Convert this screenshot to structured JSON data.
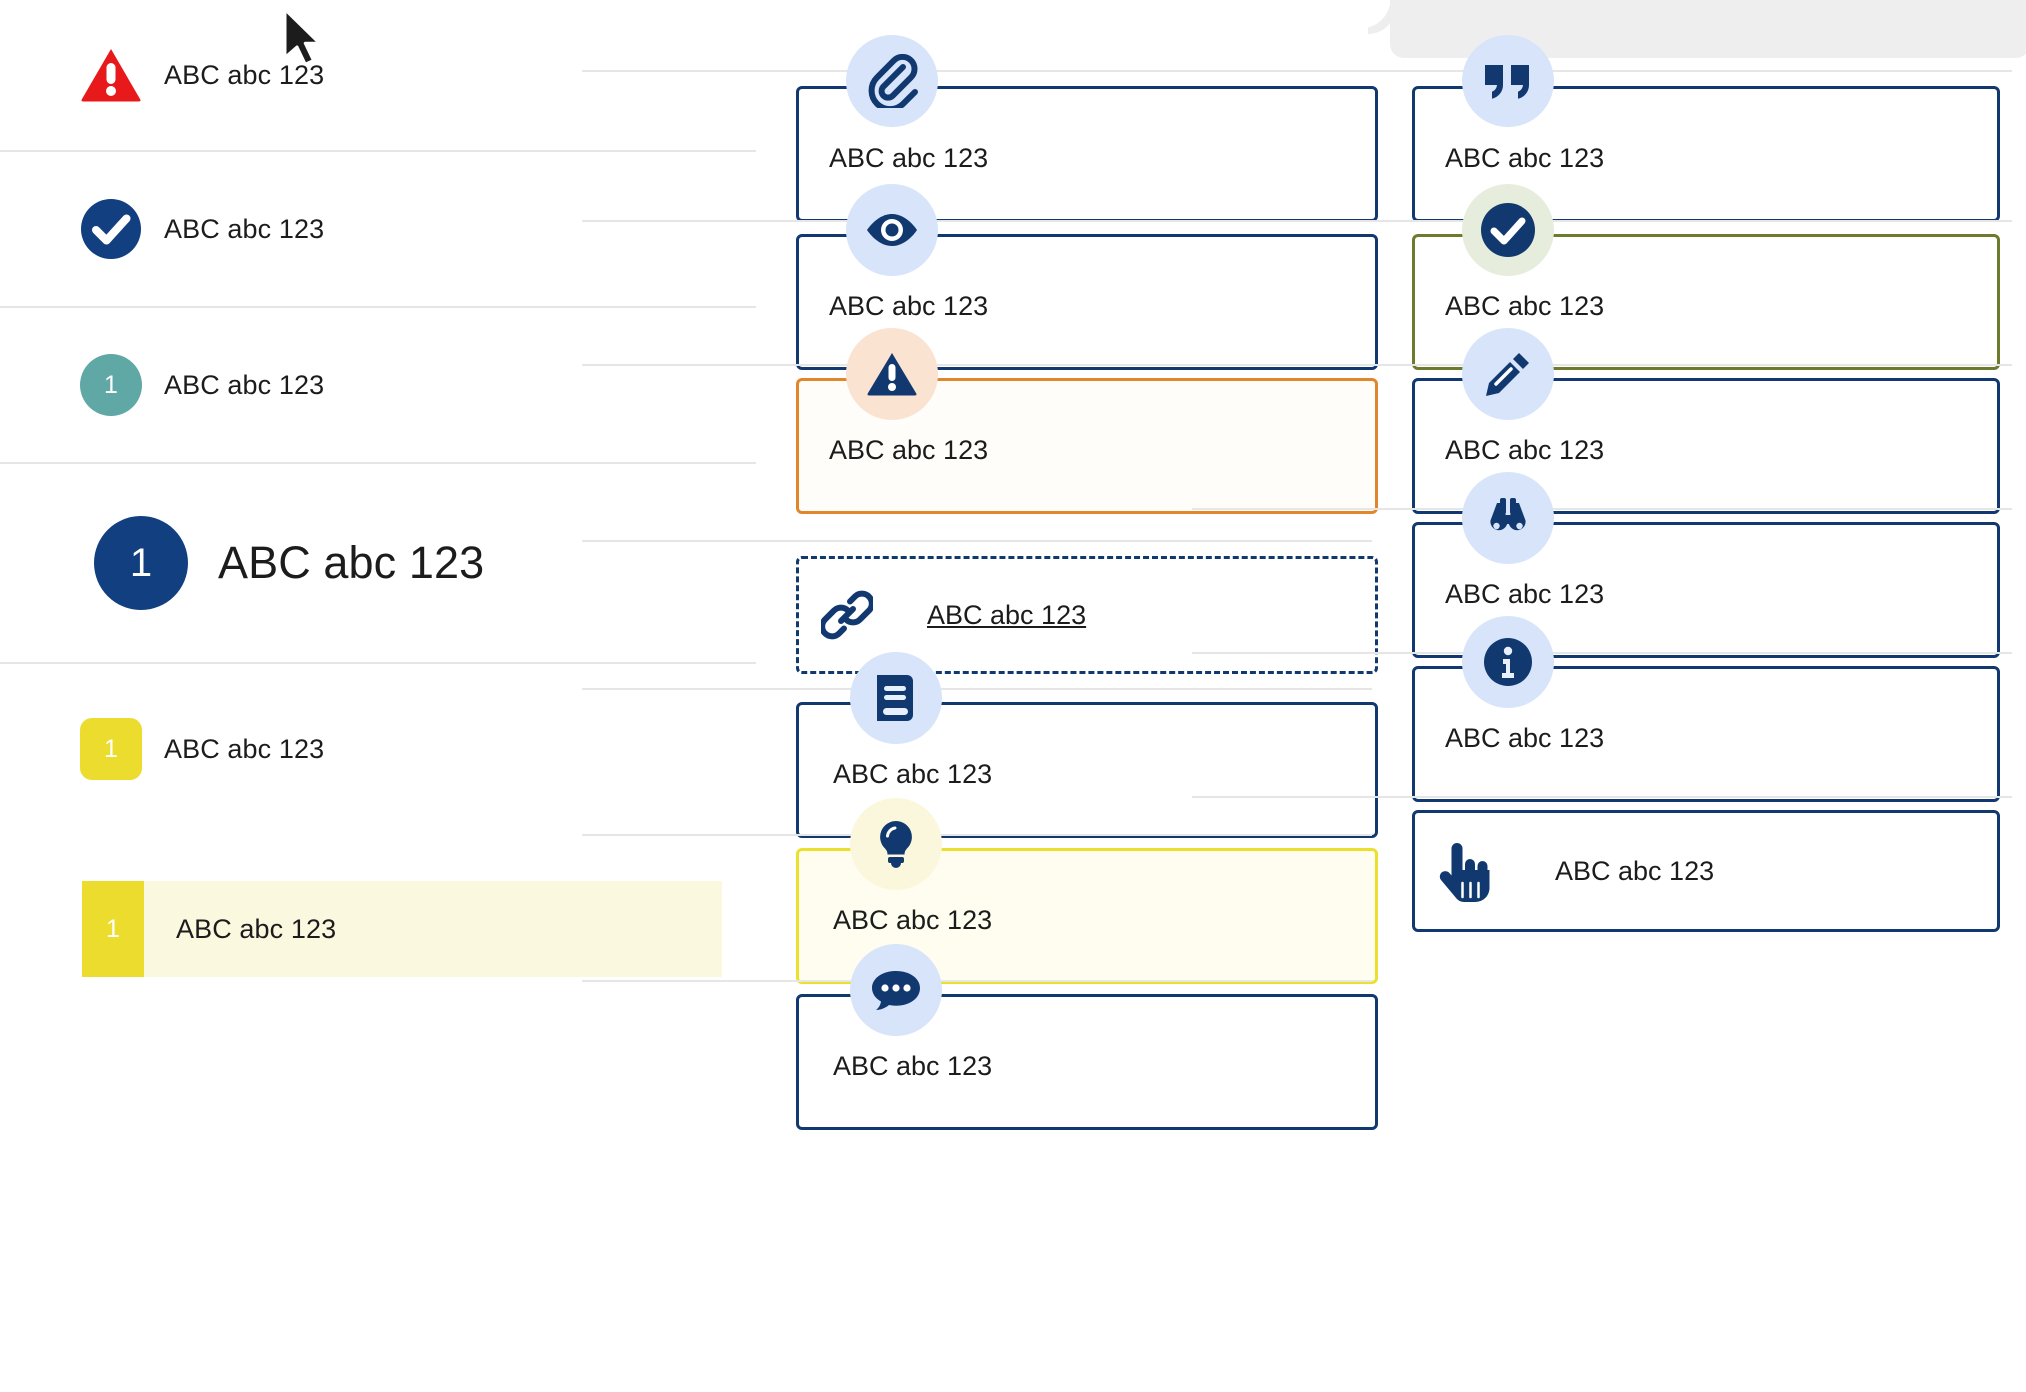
{
  "left_panel": {
    "rows": [
      {
        "id": "danger",
        "icon": "warning-triangle-icon",
        "badge": "",
        "label": "ABC abc 123"
      },
      {
        "id": "success",
        "icon": "check-circle-icon",
        "badge": "",
        "label": "ABC abc 123"
      },
      {
        "id": "teal",
        "icon": "number-badge-circle",
        "badge": "1",
        "label": "ABC abc 123"
      },
      {
        "id": "big",
        "icon": "number-badge-circle-large",
        "badge": "1",
        "label": "ABC abc 123"
      },
      {
        "id": "yellow",
        "icon": "number-badge-square",
        "badge": "1",
        "label": "ABC abc 123"
      },
      {
        "id": "highlight",
        "icon": "number-badge-square",
        "badge": "1",
        "label": "ABC abc 123"
      }
    ]
  },
  "middle_column": {
    "cards": [
      {
        "id": "attachment",
        "icon": "paperclip-icon",
        "label": "ABC abc 123",
        "style": "default"
      },
      {
        "id": "preview",
        "icon": "eye-icon",
        "label": "ABC abc 123",
        "style": "default"
      },
      {
        "id": "warning",
        "icon": "warning-triangle-icon",
        "label": "ABC abc 123",
        "style": "warn"
      },
      {
        "id": "link",
        "icon": "link-icon",
        "label": "ABC abc 123",
        "style": "dashed"
      },
      {
        "id": "glossary",
        "icon": "book-icon",
        "label": "ABC abc 123",
        "style": "default"
      },
      {
        "id": "tip",
        "icon": "lightbulb-icon",
        "label": "ABC abc 123",
        "style": "tip"
      },
      {
        "id": "comment",
        "icon": "speech-bubble-icon",
        "label": "ABC abc 123",
        "style": "default"
      }
    ]
  },
  "right_column": {
    "cards": [
      {
        "id": "quote",
        "icon": "quote-icon",
        "label": "ABC abc 123",
        "style": "default"
      },
      {
        "id": "approved",
        "icon": "check-circle-icon",
        "label": "ABC abc 123",
        "style": "success"
      },
      {
        "id": "edit",
        "icon": "pencil-icon",
        "label": "ABC abc 123",
        "style": "default"
      },
      {
        "id": "observe",
        "icon": "binoculars-icon",
        "label": "ABC abc 123",
        "style": "default"
      },
      {
        "id": "info",
        "icon": "info-circle-icon",
        "label": "ABC abc 123",
        "style": "default"
      },
      {
        "id": "action",
        "icon": "hand-pointer-icon",
        "label": "ABC abc 123",
        "style": "default"
      }
    ]
  },
  "colors": {
    "navy": "#12396f",
    "navy_dark": "#113f7f",
    "red": "#e8191b",
    "teal": "#5fa8a6",
    "yellow": "#ecdc2d",
    "orange": "#e2862c",
    "olive": "#6c7c2c",
    "icon_bg_blue": "#d7e4fa",
    "icon_bg_warm": "#fbe3d2",
    "icon_bg_green": "#e7eddc",
    "icon_bg_yellow": "#fbf7dc",
    "highlight_bg": "#fbf8e0",
    "divider": "#e6e6e6",
    "panel_grey": "#eeeeee"
  }
}
